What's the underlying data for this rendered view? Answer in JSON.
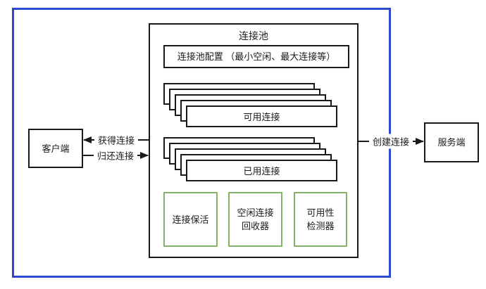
{
  "diagram": {
    "colors": {
      "outer_border": "#2b4acd",
      "line": "#1a1a1a",
      "component_border": "#82b366"
    },
    "pool": {
      "title": "连接池",
      "config_label": "连接池配置 （最小空闲、最大连接等）",
      "available_stack_label": "可用连接",
      "used_stack_label": "已用连接",
      "components": [
        {
          "line1": "连接保活",
          "line2": ""
        },
        {
          "line1": "空闲连接",
          "line2": "回收器"
        },
        {
          "line1": "可用性",
          "line2": "检测器"
        }
      ]
    },
    "client_label": "客户端",
    "server_label": "服务端",
    "arrows": {
      "get": "获得连接",
      "return": "归还连接",
      "create": "创建连接"
    }
  }
}
